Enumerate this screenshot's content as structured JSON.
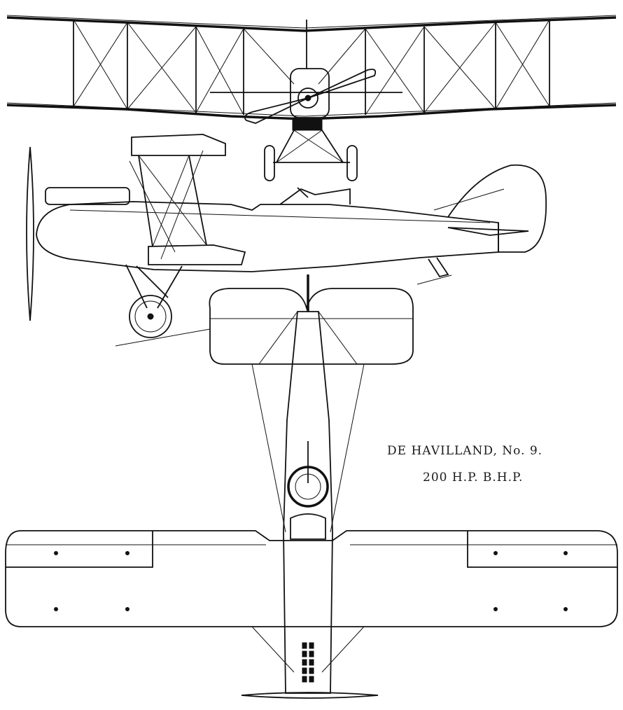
{
  "caption": {
    "line1": "DE HAVILLAND, No. 9.",
    "line2": "200 H.P. B.H.P."
  },
  "views": {
    "front": "front-view",
    "side": "side-view",
    "plan": "plan-view"
  },
  "ink_color": "#111111",
  "paper_color": "#ffffff"
}
